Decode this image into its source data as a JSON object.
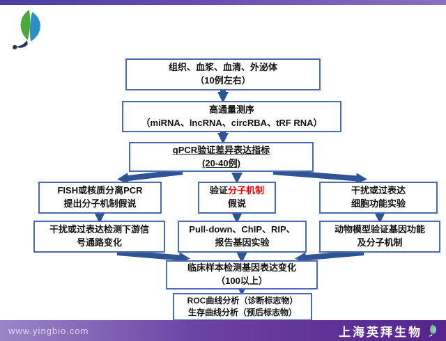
{
  "icons": {
    "logo": "yingbio-leaf-logo",
    "footer_logo": "yingbio-leaf-logo-small",
    "arrows": "blue-block-flow-arrows"
  },
  "colors": {
    "box_border": "#4a6bb0",
    "arrow_blue": "#2f5496",
    "highlight_red": "#ff0000",
    "footer_purple": "#55248c",
    "top_bar_purple": "#6a4bb0"
  },
  "flowchart": {
    "box1": {
      "line1": "组织、血浆、血清、外泌体",
      "line2": "（10例左右）"
    },
    "box2": {
      "line1": "高通量测序",
      "line2": "（miRNA、lncRNA、circRBA、tRF RNA）"
    },
    "box3": {
      "line1": "qPCR验证差异表达指标",
      "line2": "(20-40例)"
    },
    "row1_left": {
      "line1": "FISH或核质分离PCR",
      "line2": "提出分子机制假说"
    },
    "row1_center": {
      "prefix": "验证",
      "highlight": "分子机制",
      "line2": "假说"
    },
    "row1_right": {
      "line1": "干扰或过表达",
      "line2": "细胞功能实验"
    },
    "row2_left": {
      "line1": "干扰或过表达检测下游信",
      "line2": "号通路变化"
    },
    "row2_center": {
      "line1": "Pull-down、ChIP、RIP、",
      "line2": "报告基因实验"
    },
    "row2_right": {
      "line1": "动物模型验证基因功能",
      "line2": "及分子机制"
    },
    "clinical": {
      "line1": "临床样本检测基因表达变化",
      "line2": "（100以上）"
    },
    "roc": {
      "line1": "ROC曲线分析（诊断标志物）",
      "line2": "生存曲线分析（预后标志物）"
    }
  },
  "footer": {
    "url": "www.yingbio.com",
    "company": "上海英拜生物"
  }
}
